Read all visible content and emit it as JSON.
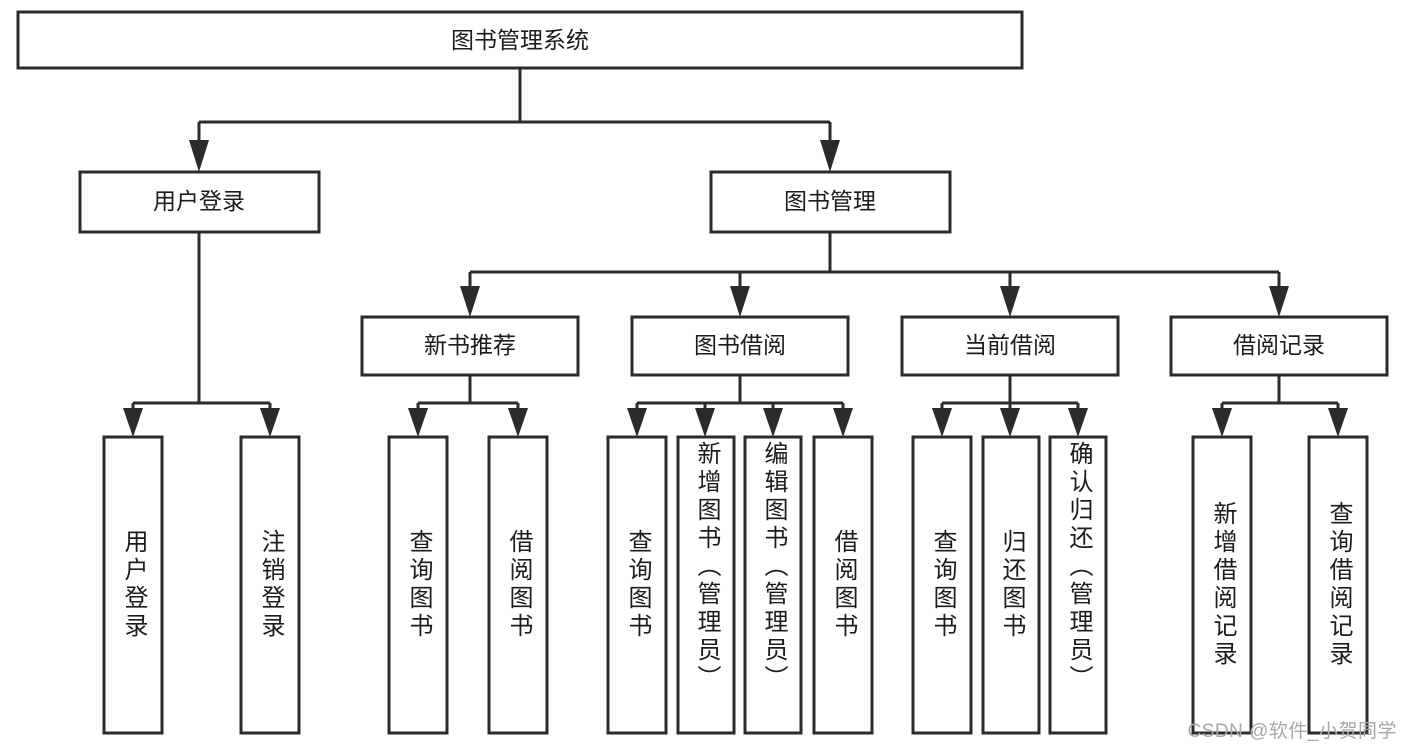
{
  "diagram": {
    "title_node": {
      "id": "root",
      "label": "图书管理系统"
    },
    "level2": [
      {
        "id": "user-login",
        "label": "用户登录"
      },
      {
        "id": "book-manage",
        "label": "图书管理"
      }
    ],
    "level3": [
      {
        "id": "new-book-rec",
        "label": "新书推荐"
      },
      {
        "id": "book-borrow",
        "label": "图书借阅"
      },
      {
        "id": "current-borrow",
        "label": "当前借阅"
      },
      {
        "id": "borrow-record",
        "label": "借阅记录"
      }
    ],
    "leaves": [
      {
        "id": "leaf-user-login",
        "label": "用户登录",
        "parent": "user-login"
      },
      {
        "id": "leaf-logout",
        "label": "注销登录",
        "parent": "user-login"
      },
      {
        "id": "leaf-query-book-1",
        "label": "查询图书",
        "parent": "new-book-rec"
      },
      {
        "id": "leaf-borrow-book-1",
        "label": "借阅图书",
        "parent": "new-book-rec"
      },
      {
        "id": "leaf-query-book-2",
        "label": "查询图书",
        "parent": "book-borrow"
      },
      {
        "id": "leaf-add-book",
        "label": "新增图书（管理员）",
        "parent": "book-borrow"
      },
      {
        "id": "leaf-edit-book",
        "label": "编辑图书（管理员）",
        "parent": "book-borrow"
      },
      {
        "id": "leaf-borrow-book-2",
        "label": "借阅图书",
        "parent": "book-borrow"
      },
      {
        "id": "leaf-query-book-3",
        "label": "查询图书",
        "parent": "current-borrow"
      },
      {
        "id": "leaf-return-book",
        "label": "归还图书",
        "parent": "current-borrow"
      },
      {
        "id": "leaf-confirm-return",
        "label": "确认归还（管理员）",
        "parent": "current-borrow"
      },
      {
        "id": "leaf-add-record",
        "label": "新增借阅记录",
        "parent": "borrow-record"
      },
      {
        "id": "leaf-query-record",
        "label": "查询借阅记录",
        "parent": "borrow-record"
      }
    ],
    "colors": {
      "stroke": "#2b2b2b",
      "fill": "#ffffff",
      "text": "#1c1c1c",
      "watermark": "#a8a8a8"
    }
  },
  "watermark": {
    "text": "CSDN @软件_小贺同学"
  }
}
